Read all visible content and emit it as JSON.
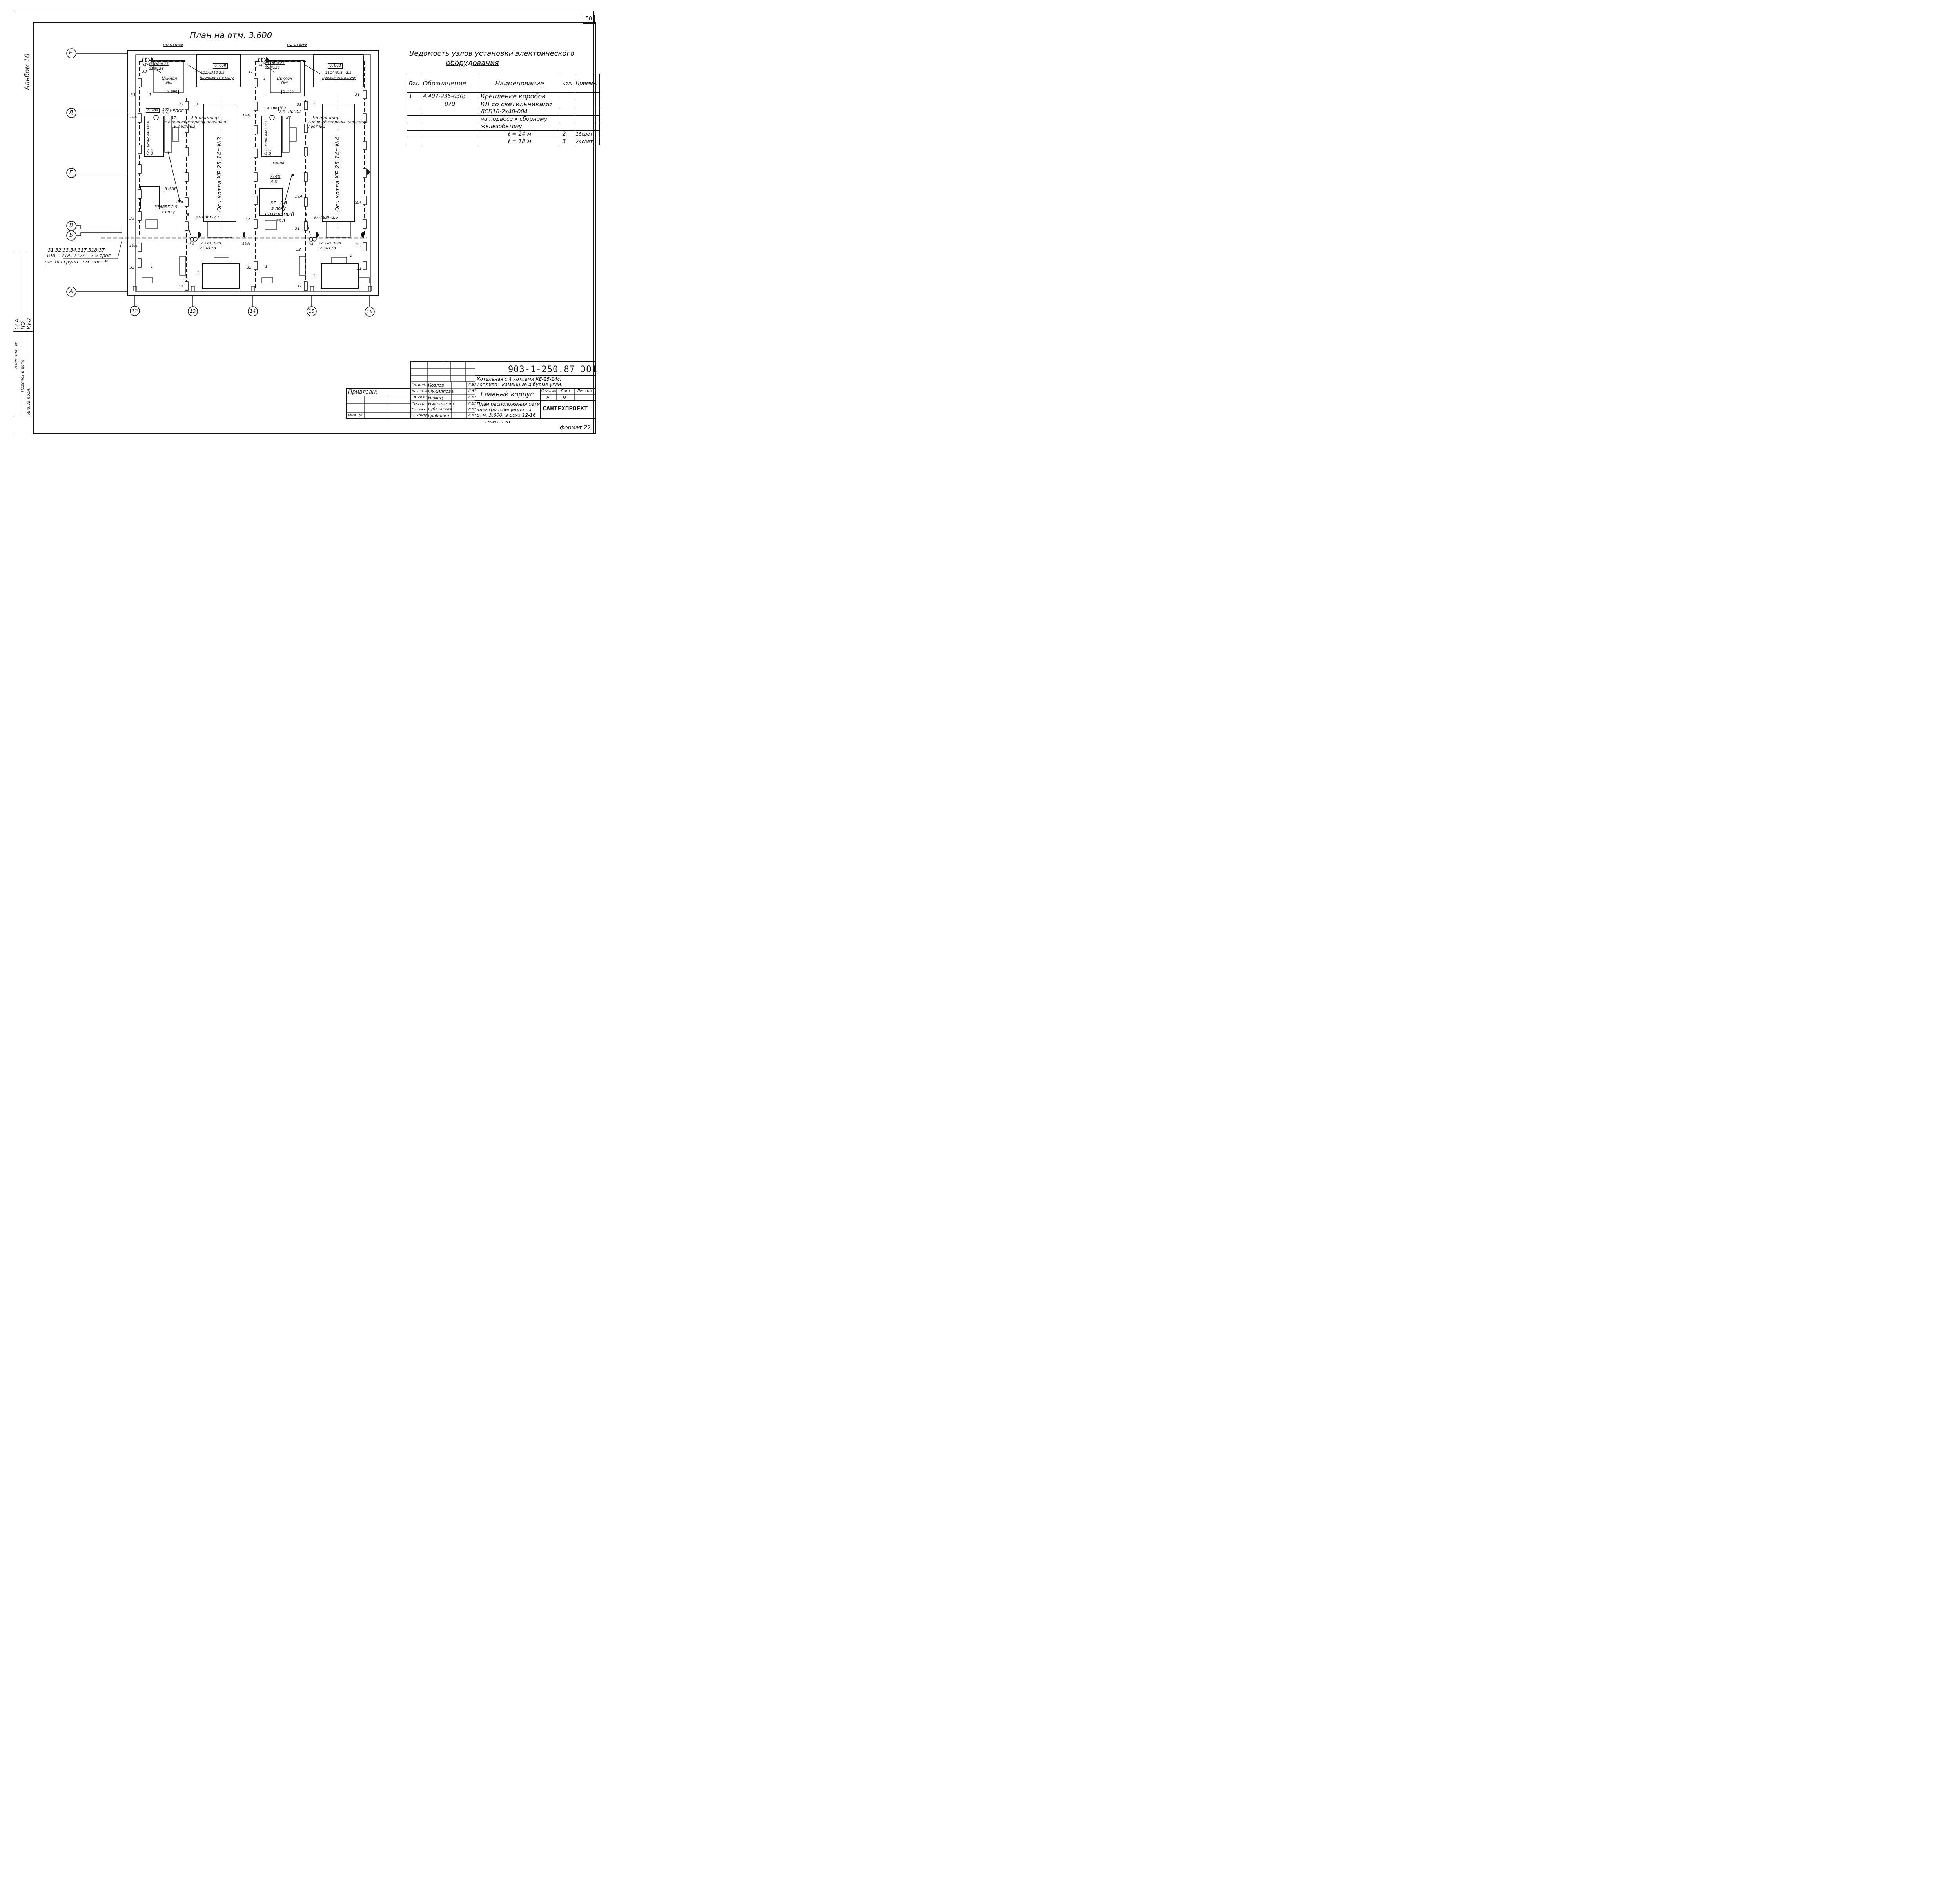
{
  "sheet": {
    "sheet_number": "50",
    "album_label": "Альбом 10",
    "format_label": "формат 22",
    "bottom_code": "22699-12     51"
  },
  "plan": {
    "title": "План на отм. 3.600",
    "axes_rows": [
      "Е",
      "Д",
      "Г",
      "В",
      "Б",
      "А"
    ],
    "axes_cols": [
      "12",
      "13",
      "14",
      "15",
      "16"
    ],
    "labels": {
      "po_stene_left": "по стене",
      "po_stene_right": "по стене",
      "osov_tl": "ОСОВ-0.25",
      "v220_tl": "220/12В",
      "osov_tr": "ОСОВ-0.25",
      "v220_tr": "220/12В",
      "osov_bl": "ОСОВ-0.25",
      "v220_bl": "220/12В",
      "osov_br": "ОСОВ-0.25",
      "v220_br": "220/12В",
      "cyclone3": "Циклон №3",
      "cyclone4": "Циклон №4",
      "cable_tl": "112А:312     2.5",
      "prolozhit_l": "проложить в полу",
      "cable_tr": "111А:318 - 2.5",
      "prolozhit_r": "проложить в полу",
      "el_0000_l": "0.000",
      "el_0000_r": "0.000",
      "el_5800": "5.800",
      "el_5500": "5.500",
      "el_8400": "8.400",
      "el_9400": "9.400",
      "el_3600": "3.600",
      "lux_100_l": "100",
      "lux_25_l": "2.5",
      "nepog_l": "НЕПОГ",
      "lux_100_r": "100",
      "lux_25_r": "2.5",
      "nepog_r": "НЕПОГ",
      "sh37_l": "37",
      "sh37_r": "37",
      "shveller_l": "-2.5 швеллер",
      "storony_l": "с внешней стороны площадки",
      "lestnic_l": "и лестниц",
      "shveller_r": "-2.5 швеллер",
      "storony_r": "внешней стороны площадки",
      "lestnic_r": "лестниц",
      "os_ekon3": "Ось экономайзера №3",
      "os_ekon4": "Ось экономайзера №4",
      "os_kotla3": "Ось котла КЕ-25-14с №3",
      "os_kotla4": "Ось котла КЕ-25-14с №4",
      "lk100": "100лк",
      "lamp_2x40": "2х40",
      "lamp_30": "3.0",
      "cab37_25": "37 - 2.5",
      "v_polu": "в полу",
      "kotelny": "котельный",
      "zal": "зал",
      "avvg_l": "37АВВГ-2.5",
      "v_polu_l": "в полу",
      "avvg_mid": "37-АВВГ-2.5",
      "avvg_r": "37-АВВГ-2.5",
      "n19a": "19А",
      "n33": "33",
      "n34": "34",
      "n32": "32",
      "n31": "31",
      "n1": "1",
      "groups_line1": "31,32,33,34,317,318;37",
      "groups_line2": "19А, 111А, 112А - 2.5 трос",
      "groups_line3": "начала групп - см. лист 8"
    }
  },
  "vedomost": {
    "title_line1": "Ведомость узлов установки электрического",
    "title_line2": "оборудования",
    "headers": [
      "Поз.",
      "Обозначение",
      "Наименование",
      "Кол.",
      "Примеч."
    ],
    "rows": [
      [
        "1",
        "4.407-236-030;",
        "Крепление коробов",
        "",
        ""
      ],
      [
        "",
        "070",
        "КЛ со светильниками",
        "",
        ""
      ],
      [
        "",
        "",
        "ЛСП16-2х40-004",
        "",
        ""
      ],
      [
        "",
        "",
        "на подвесе к сборному",
        "",
        ""
      ],
      [
        "",
        "",
        "железобетону",
        "",
        ""
      ],
      [
        "",
        "",
        "ℓ = 24 м",
        "2",
        "18свет."
      ],
      [
        "",
        "",
        "ℓ = 18 м",
        "3",
        "24свет."
      ]
    ]
  },
  "left_margin": {
    "ssa": "ССА",
    "po": "ПО",
    "ku": "КУ-2",
    "cols": [
      "Взам. инв. №",
      "Подпись и дата",
      "Инв. № подл."
    ]
  },
  "stamp": {
    "code": "903-1-250.87 ЭО1",
    "project_line1": "Котельная с 4 котлами КЕ-25-14с.",
    "project_line2": "Топливо - каменные и бурые угли.",
    "privyazan": "Привязан:",
    "inv_no": "Инв. №",
    "building": "Главный корпус",
    "stadia_h": "Стадия",
    "list_h": "Лист",
    "listov_h": "Листов",
    "stadia": "Р",
    "list": "9",
    "listov": "",
    "desc_line1": "План расположения сети",
    "desc_line2": "электроосвещения на",
    "desc_line3": "отм. 3.600, в осях 12-16",
    "company": "САНТЕХПРОЕКТ",
    "people": [
      {
        "role": "Гл. инж. пр.",
        "name": "Козлов",
        "date": "VI.87"
      },
      {
        "role": "Нач. отд.",
        "name": "Филиппова",
        "date": "VI.87"
      },
      {
        "role": "Гл. спец.",
        "name": "Немец",
        "date": "VI.87"
      },
      {
        "role": "Рук. гр.",
        "name": "Никошкова",
        "date": "VI.87"
      },
      {
        "role": "Ст. инж.",
        "name": "Рублевская",
        "date": "VI.87"
      },
      {
        "role": "Н. контр.",
        "name": "Грабович",
        "date": "VI.87"
      }
    ]
  }
}
